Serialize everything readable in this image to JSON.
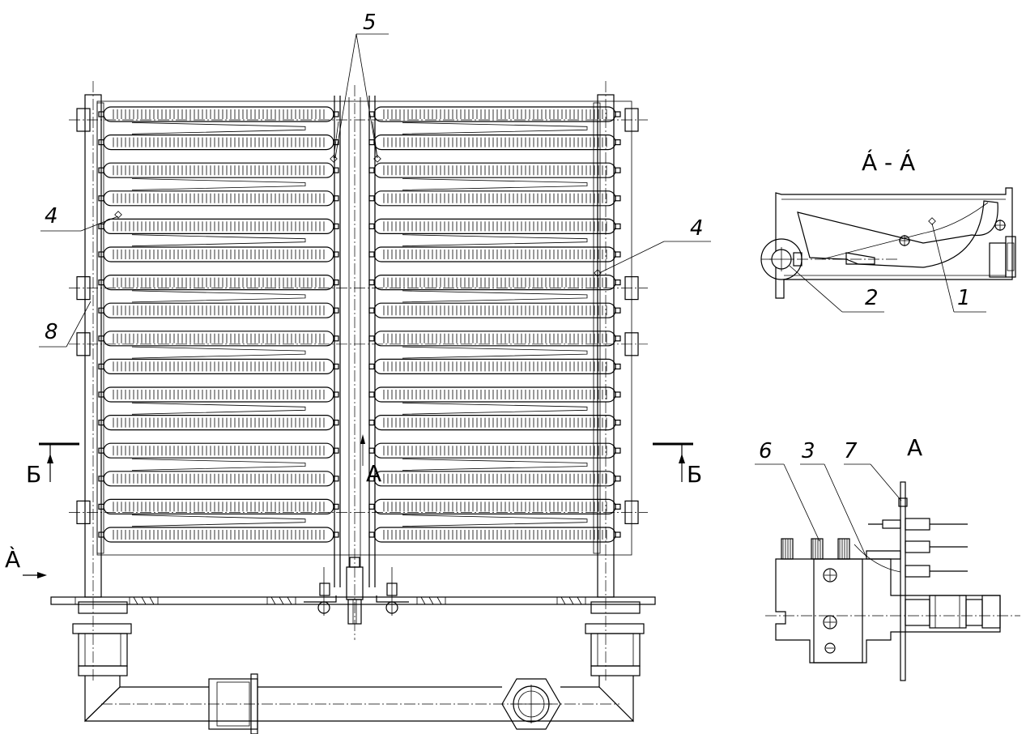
{
  "labels": {
    "pos1": "1",
    "pos2": "2",
    "pos3": "3",
    "pos4_left": "4",
    "pos4_right": "4",
    "pos5": "5",
    "pos6": "6",
    "pos7": "7",
    "pos8": "8"
  },
  "section_marks": {
    "section_view_title": "Á - Á",
    "left_cut": "Б",
    "right_cut": "Б",
    "view_arrow_left": "À",
    "view_arrow_center": "A",
    "view_title": "A"
  },
  "burner": {
    "tube_rows": 16
  }
}
